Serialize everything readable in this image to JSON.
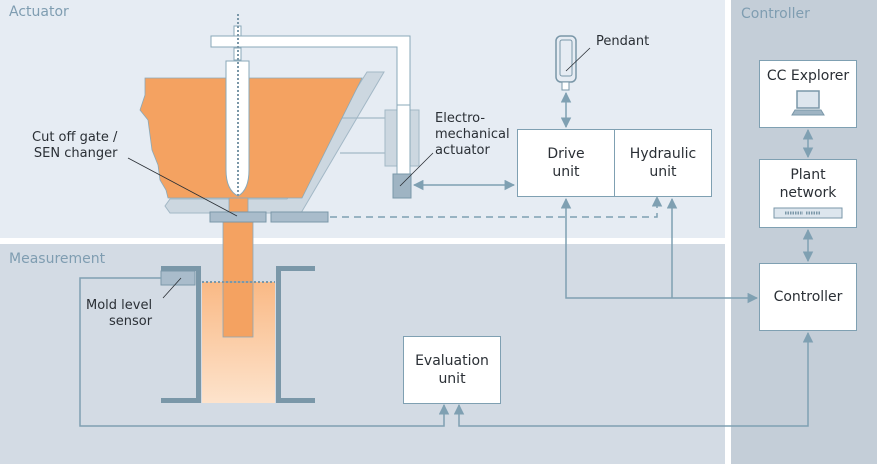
{
  "zones": {
    "actuator": "Actuator",
    "measurement": "Measurement",
    "controller": "Controller"
  },
  "labels": {
    "cutoff_gate": "Cut off gate /\nSEN changer",
    "electromechanical": "Electro-\nmechanical\nactuator",
    "pendant": "Pendant",
    "mold_level_sensor": "Mold level\nsensor"
  },
  "boxes": {
    "drive_unit": "Drive\nunit",
    "hydraulic_unit": "Hydraulic\nunit",
    "cc_explorer": "CC Explorer",
    "plant_network": "Plant\nnetwork",
    "controller": "Controller",
    "evaluation_unit": "Evaluation\nunit"
  },
  "colors": {
    "steel": "#f4a261",
    "line": "#7fa0b2",
    "hardware": "#7a97a8"
  }
}
